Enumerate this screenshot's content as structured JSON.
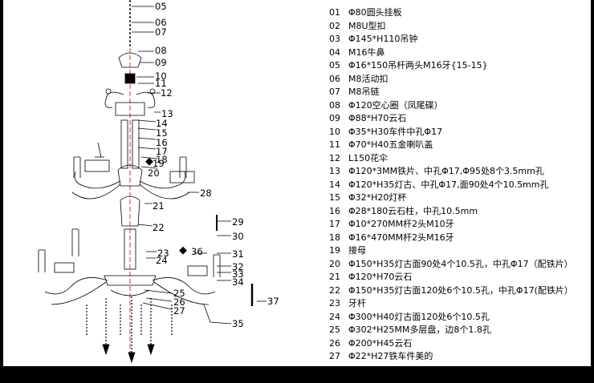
{
  "callouts": {
    "c05": "05",
    "c06": "06",
    "c07": "07",
    "c08": "08",
    "c09": "09",
    "c10": "10",
    "c11": "11",
    "c12": "12",
    "c13": "13",
    "c14": "14",
    "c15": "15",
    "c16": "16",
    "c17": "17",
    "c18": "18",
    "c19": "19",
    "c20": "20",
    "c21": "21",
    "c22": "22",
    "c23": "23",
    "c24": "24",
    "c25": "25",
    "c26": "26",
    "c27": "27",
    "c28": "28",
    "c29": "29",
    "c30": "30",
    "c31": "31",
    "c32": "32",
    "c33": "33",
    "c34": "34",
    "c35": "35",
    "c36": "36",
    "c37": "37"
  },
  "parts": [
    {
      "num": "01",
      "desc": "Φ80圆头挂板"
    },
    {
      "num": "02",
      "desc": "M8U型扣"
    },
    {
      "num": "03",
      "desc": "Φ145*H110吊钟"
    },
    {
      "num": "04",
      "desc": "M16牛鼻"
    },
    {
      "num": "05",
      "desc": "Φ16*150吊杆两头M16牙{15-15}"
    },
    {
      "num": "06",
      "desc": "M8活动扣"
    },
    {
      "num": "07",
      "desc": "M8吊链"
    },
    {
      "num": "08",
      "desc": "Φ120空心圈（凤尾碟）"
    },
    {
      "num": "09",
      "desc": "Φ88*H70云石"
    },
    {
      "num": "10",
      "desc": "Φ35*H30车件中孔Φ17"
    },
    {
      "num": "11",
      "desc": "Φ70*H40五金喇叭盖"
    },
    {
      "num": "12",
      "desc": "L150花伞"
    },
    {
      "num": "13",
      "desc": "Φ120*3MM铁片、中孔Φ17,Φ95处8个3.5mm孔"
    },
    {
      "num": "14",
      "desc": "Φ120*H35灯古、中孔Φ17,面90处4个10.5mm孔"
    },
    {
      "num": "15",
      "desc": "Φ32*H20灯杯"
    },
    {
      "num": "16",
      "desc": "Φ28*180云石柱，中孔10.5mm"
    },
    {
      "num": "17",
      "desc": "Φ10*270MM杆2头M10牙"
    },
    {
      "num": "18",
      "desc": "Φ16*470MM杆2头M16牙"
    },
    {
      "num": "19",
      "desc": "接母"
    },
    {
      "num": "20",
      "desc": "Φ150*H35灯古面90处4个10.5孔，中孔Φ17（配铁片）"
    },
    {
      "num": "21",
      "desc": "Φ120*H70云石"
    },
    {
      "num": "22",
      "desc": "Φ150*H35灯古面120处6个10.5孔，中孔Φ17(配铁片）"
    },
    {
      "num": "23",
      "desc": "牙杆"
    },
    {
      "num": "24",
      "desc": "Φ300*H40灯古面120处6个10.5孔"
    },
    {
      "num": "25",
      "desc": "Φ302*H25MM多层盘，边8个1.8孔"
    },
    {
      "num": "26",
      "desc": "Φ200*H45云石"
    },
    {
      "num": "27",
      "desc": "Φ22*H27铁车件美的"
    }
  ]
}
